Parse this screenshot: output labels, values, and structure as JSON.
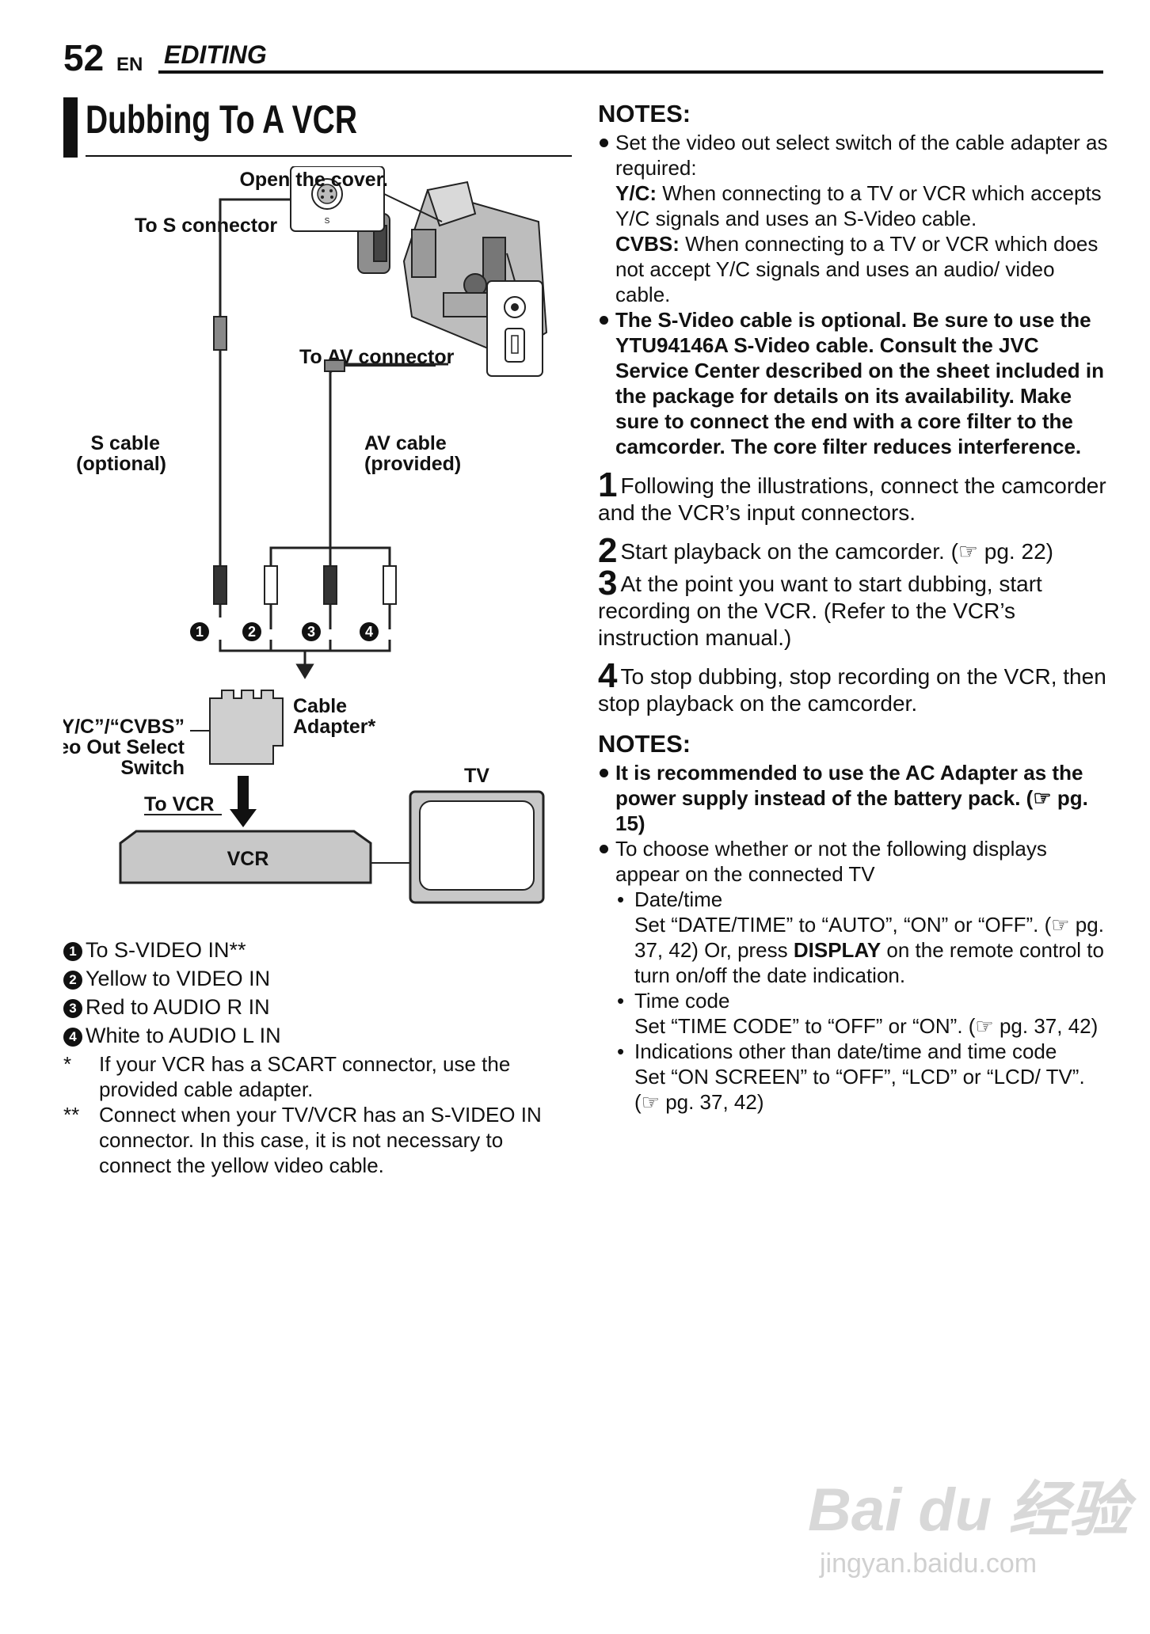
{
  "header": {
    "page_number": "52",
    "lang": "EN",
    "section": "EDITING"
  },
  "title": "Dubbing To A VCR",
  "diagram": {
    "open_cover": "Open the cover.",
    "to_s_connector": "To S connector",
    "to_av_connector": "To AV connector",
    "s_cable": "S cable",
    "s_cable_note": "(optional)",
    "av_cable": "AV cable",
    "av_cable_note": "(provided)",
    "cable_adapter_1": "Cable",
    "cable_adapter_2": "Adapter*",
    "switch_1": "“Y/C”/“CVBS”",
    "switch_2": "Video Out Select",
    "switch_3": "Switch",
    "to_vcr": "To VCR",
    "vcr": "VCR",
    "tv": "TV",
    "s_jack_label": "S",
    "plug_numbers": [
      "1",
      "2",
      "3",
      "4"
    ]
  },
  "connections": [
    {
      "num": "1",
      "text": "To S-VIDEO IN**"
    },
    {
      "num": "2",
      "text": "Yellow to VIDEO IN"
    },
    {
      "num": "3",
      "text": "Red to AUDIO R IN"
    },
    {
      "num": "4",
      "text": "White to AUDIO L IN"
    }
  ],
  "footnotes": [
    {
      "mark": "*",
      "text": "If your VCR has a SCART connector, use the provided cable adapter."
    },
    {
      "mark": "**",
      "text": "Connect when your TV/VCR has an S-VIDEO IN connector. In this case, it is not necessary to connect the yellow video cable."
    }
  ],
  "notes1": {
    "heading": "NOTES:",
    "item1": "Set the video out select switch of the cable adapter as required:",
    "yc_label": "Y/C:",
    "yc_text": " When connecting to a TV or VCR which accepts Y/C signals and uses an S-Video cable.",
    "cvbs_label": "CVBS:",
    "cvbs_text": " When connecting to a TV or VCR which does not accept Y/C signals and uses an audio/ video cable.",
    "item2": "The S-Video cable is optional. Be sure to use the YTU94146A S-Video cable. Consult the JVC Service Center described on the sheet included in the package for details on its availability. Make sure to connect the end with a core filter to the camcorder. The core filter reduces interference."
  },
  "steps": [
    {
      "num": "1",
      "text": "Following the illustrations, connect the camcorder and the VCR’s input connectors."
    },
    {
      "num": "2",
      "text": "Start playback on the camcorder. (☞ pg. 22)"
    },
    {
      "num": "3",
      "text": "At the point you want to start dubbing, start recording on the VCR. (Refer to the VCR’s instruction manual.)"
    },
    {
      "num": "4",
      "text": "To stop dubbing, stop recording on the VCR, then stop playback on the camcorder."
    }
  ],
  "notes2": {
    "heading": "NOTES:",
    "item1": "It is recommended to use the AC Adapter as the power supply instead of the battery pack. (☞ pg. 15)",
    "item2": "To choose whether or not the following displays appear on the connected TV",
    "sub1_title": "Date/time",
    "sub1_text_a": "Set “DATE/TIME” to “AUTO”, “ON” or “OFF”. (☞ pg. 37, 42) Or, press ",
    "sub1_bold": "DISPLAY",
    "sub1_text_b": " on the remote control to turn on/off the date indication.",
    "sub2_title": "Time code",
    "sub2_text": "Set “TIME CODE” to “OFF” or “ON”. (☞ pg. 37, 42)",
    "sub3_title": "Indications other than date/time and time code",
    "sub3_text": "Set “ON SCREEN” to “OFF”, “LCD” or “LCD/ TV”. (☞ pg. 37, 42)"
  },
  "watermark": {
    "logo": "Bai du 经验",
    "url": "jingyan.baidu.com"
  }
}
